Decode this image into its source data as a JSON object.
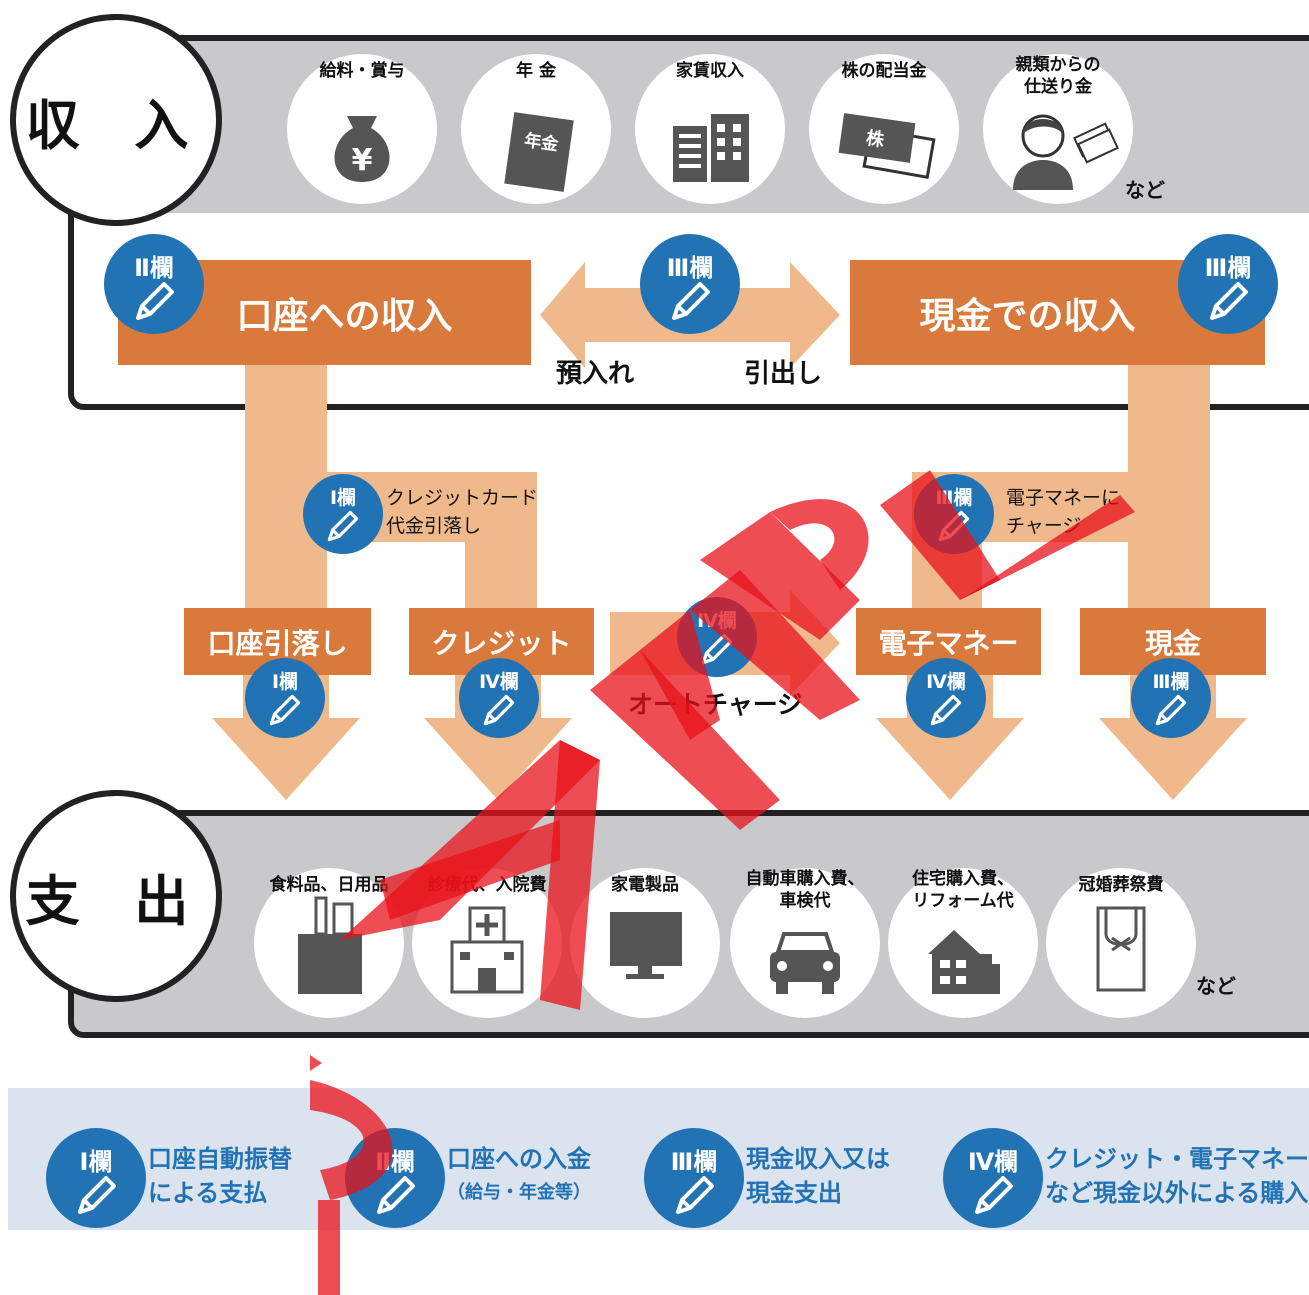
{
  "income": {
    "title": "収 入",
    "items": [
      {
        "label": "給料・賞与",
        "icon": "money-bag-icon"
      },
      {
        "label": "年 金",
        "icon": "pension-book-icon"
      },
      {
        "label": "家賃収入",
        "icon": "building-icon"
      },
      {
        "label": "株の配当金",
        "icon": "stock-certificate-icon"
      },
      {
        "label_lines": [
          "親類からの",
          "仕送り金"
        ],
        "icon": "person-with-money-icon"
      }
    ],
    "etc": "など",
    "icon_text": {
      "yen": "¥",
      "pension": "年金",
      "stock": "株"
    }
  },
  "flow": {
    "account_income": "口座への収入",
    "cash_income": "現金での収入",
    "deposit": "預入れ",
    "withdraw": "引出し",
    "credit_note": [
      "クレジットカード",
      "代金引落し"
    ],
    "emoney_note": [
      "電子マネーに",
      "チャージ"
    ],
    "auto_charge": "オートチャージ",
    "methods": [
      "口座引落し",
      "クレジット",
      "電子マネー",
      "現金"
    ]
  },
  "badges": {
    "col1": "Ⅰ欄",
    "col2": "Ⅱ欄",
    "col3": "Ⅲ欄",
    "col4": "Ⅳ欄"
  },
  "expense": {
    "title": "支 出",
    "items": [
      {
        "label": "食料品、日用品",
        "icon": "grocery-bag-icon"
      },
      {
        "label": "診療代、入院費",
        "icon": "hospital-icon"
      },
      {
        "label": "家電製品",
        "icon": "tv-icon"
      },
      {
        "label_lines": [
          "自動車購入費、",
          "車検代"
        ],
        "icon": "car-icon"
      },
      {
        "label_lines": [
          "住宅購入費、",
          "リフォーム代"
        ],
        "icon": "house-icon"
      },
      {
        "label": "冠婚葬祭費",
        "icon": "envelope-icon"
      }
    ],
    "etc": "など"
  },
  "legend": [
    {
      "badge": "Ⅰ欄",
      "lines": [
        "口座自動振替",
        "による支払"
      ]
    },
    {
      "badge": "Ⅱ欄",
      "lines": [
        "口座への入金",
        "（給与・年金等）"
      ]
    },
    {
      "badge": "Ⅲ欄",
      "lines": [
        "現金収入又は",
        "現金支出"
      ]
    },
    {
      "badge": "Ⅳ欄",
      "lines": [
        "クレジット・電子マネー",
        "など現金以外による購入"
      ]
    }
  ],
  "watermark": "SAMPLE",
  "colors": {
    "orange": "#d97a3c",
    "peach": "#f0b98c",
    "blue": "#2273b4",
    "gray": "#c9c9cc",
    "legend_bg": "#dbe3ef",
    "watermark": "#e8121a"
  }
}
